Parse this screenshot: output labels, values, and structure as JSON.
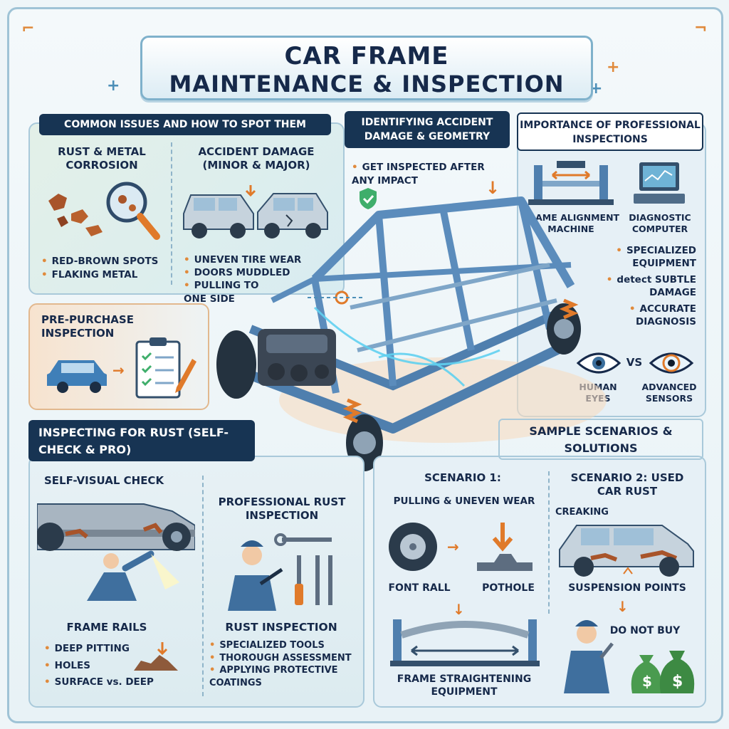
{
  "title": {
    "line1": "CAR FRAME",
    "line2": "MAINTENANCE & INSPECTION"
  },
  "common_issues": {
    "header": "COMMON ISSUES AND HOW TO SPOT THEM",
    "rust": {
      "title": "RUST & METAL CORROSION",
      "bullets": [
        "RED-BROWN SPOTS",
        "FLAKING METAL"
      ]
    },
    "accident": {
      "title": "ACCIDENT DAMAGE (MINOR & MAJOR)",
      "bullets": [
        "UNEVEN TIRE WEAR",
        "DOORS MUDDLED",
        "PULLING TO ONE SIDE"
      ]
    }
  },
  "identifying": {
    "header": "IDENTIFYING ACCIDENT DAMAGE & GEOMETRY",
    "note": "GET INSPECTED AFTER ANY IMPACT"
  },
  "professional": {
    "header": "IMPORTANCE OF PROFESSIONAL INSPECTIONS",
    "machine": "FRAME ALIGNMENT MACHINE",
    "computer": "DIAGNOSTIC COMPUTER",
    "bullets": [
      "SPECIALIZED EQUIPMENT",
      "detect SUBTLE DAMAGE",
      "ACCURATE DIAGNOSIS"
    ],
    "human": "HUMAN EYES",
    "vs": "VS",
    "sensors": "ADVANCED SENSORS"
  },
  "pre_purchase": {
    "title": "PRE-PURCHASE INSPECTION"
  },
  "inspecting_rust": {
    "header": "INSPECTING FOR RUST (SELF-CHECK & PRO)",
    "self_check": "SELF-VISUAL CHECK",
    "frame_rails": "FRAME RAILS",
    "self_bullets": [
      "DEEP PITTING",
      "HOLES",
      "SURFACE vs. DEEP"
    ],
    "pro_title": "PROFESSIONAL RUST INSPECTION",
    "rust_inspection": "RUST INSPECTION",
    "pro_bullets": [
      "SPECIALIZED TOOLS",
      "THOROUGH ASSESSMENT",
      "APPLYING PROTECTIVE COATINGS"
    ]
  },
  "scenarios": {
    "header": "SAMPLE SCENARIOS & SOLUTIONS",
    "s1_title": "SCENARIO 1:",
    "s1_sub": "PULLING & UNEVEN WEAR",
    "font_rail": "FONT RALL",
    "pothole": "POTHOLE",
    "straightening": "FRAME STRAIGHTENING EQUIPMENT",
    "s2_title": "SCENARIO 2: USED CAR RUST",
    "creaking": "CREAKING",
    "suspension": "SUSPENSION POINTS",
    "do_not_buy": "DO NOT BUY"
  },
  "colors": {
    "navy": "#173453",
    "orange": "#e07a2a",
    "steel": "#4f7fae"
  }
}
